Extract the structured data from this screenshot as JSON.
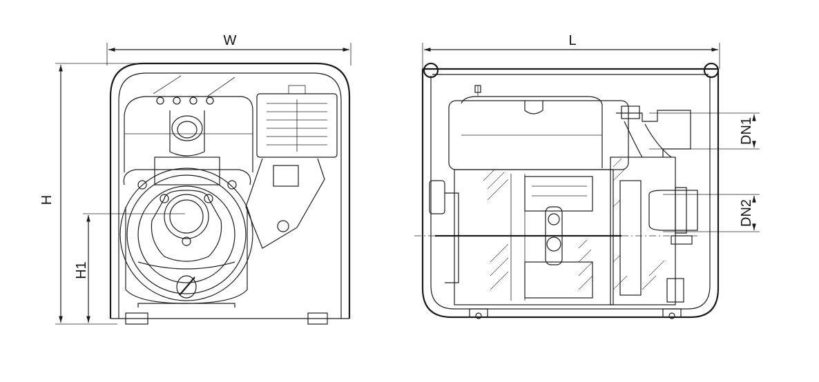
{
  "drawing": {
    "front_view": {
      "width_label": "W",
      "height_label": "H",
      "center_height_label": "H1"
    },
    "side_view": {
      "length_label": "L",
      "outlet_label": "DN1",
      "inlet_label": "DN2"
    }
  },
  "colors": {
    "line": "#1a1a1a",
    "background": "#ffffff"
  }
}
